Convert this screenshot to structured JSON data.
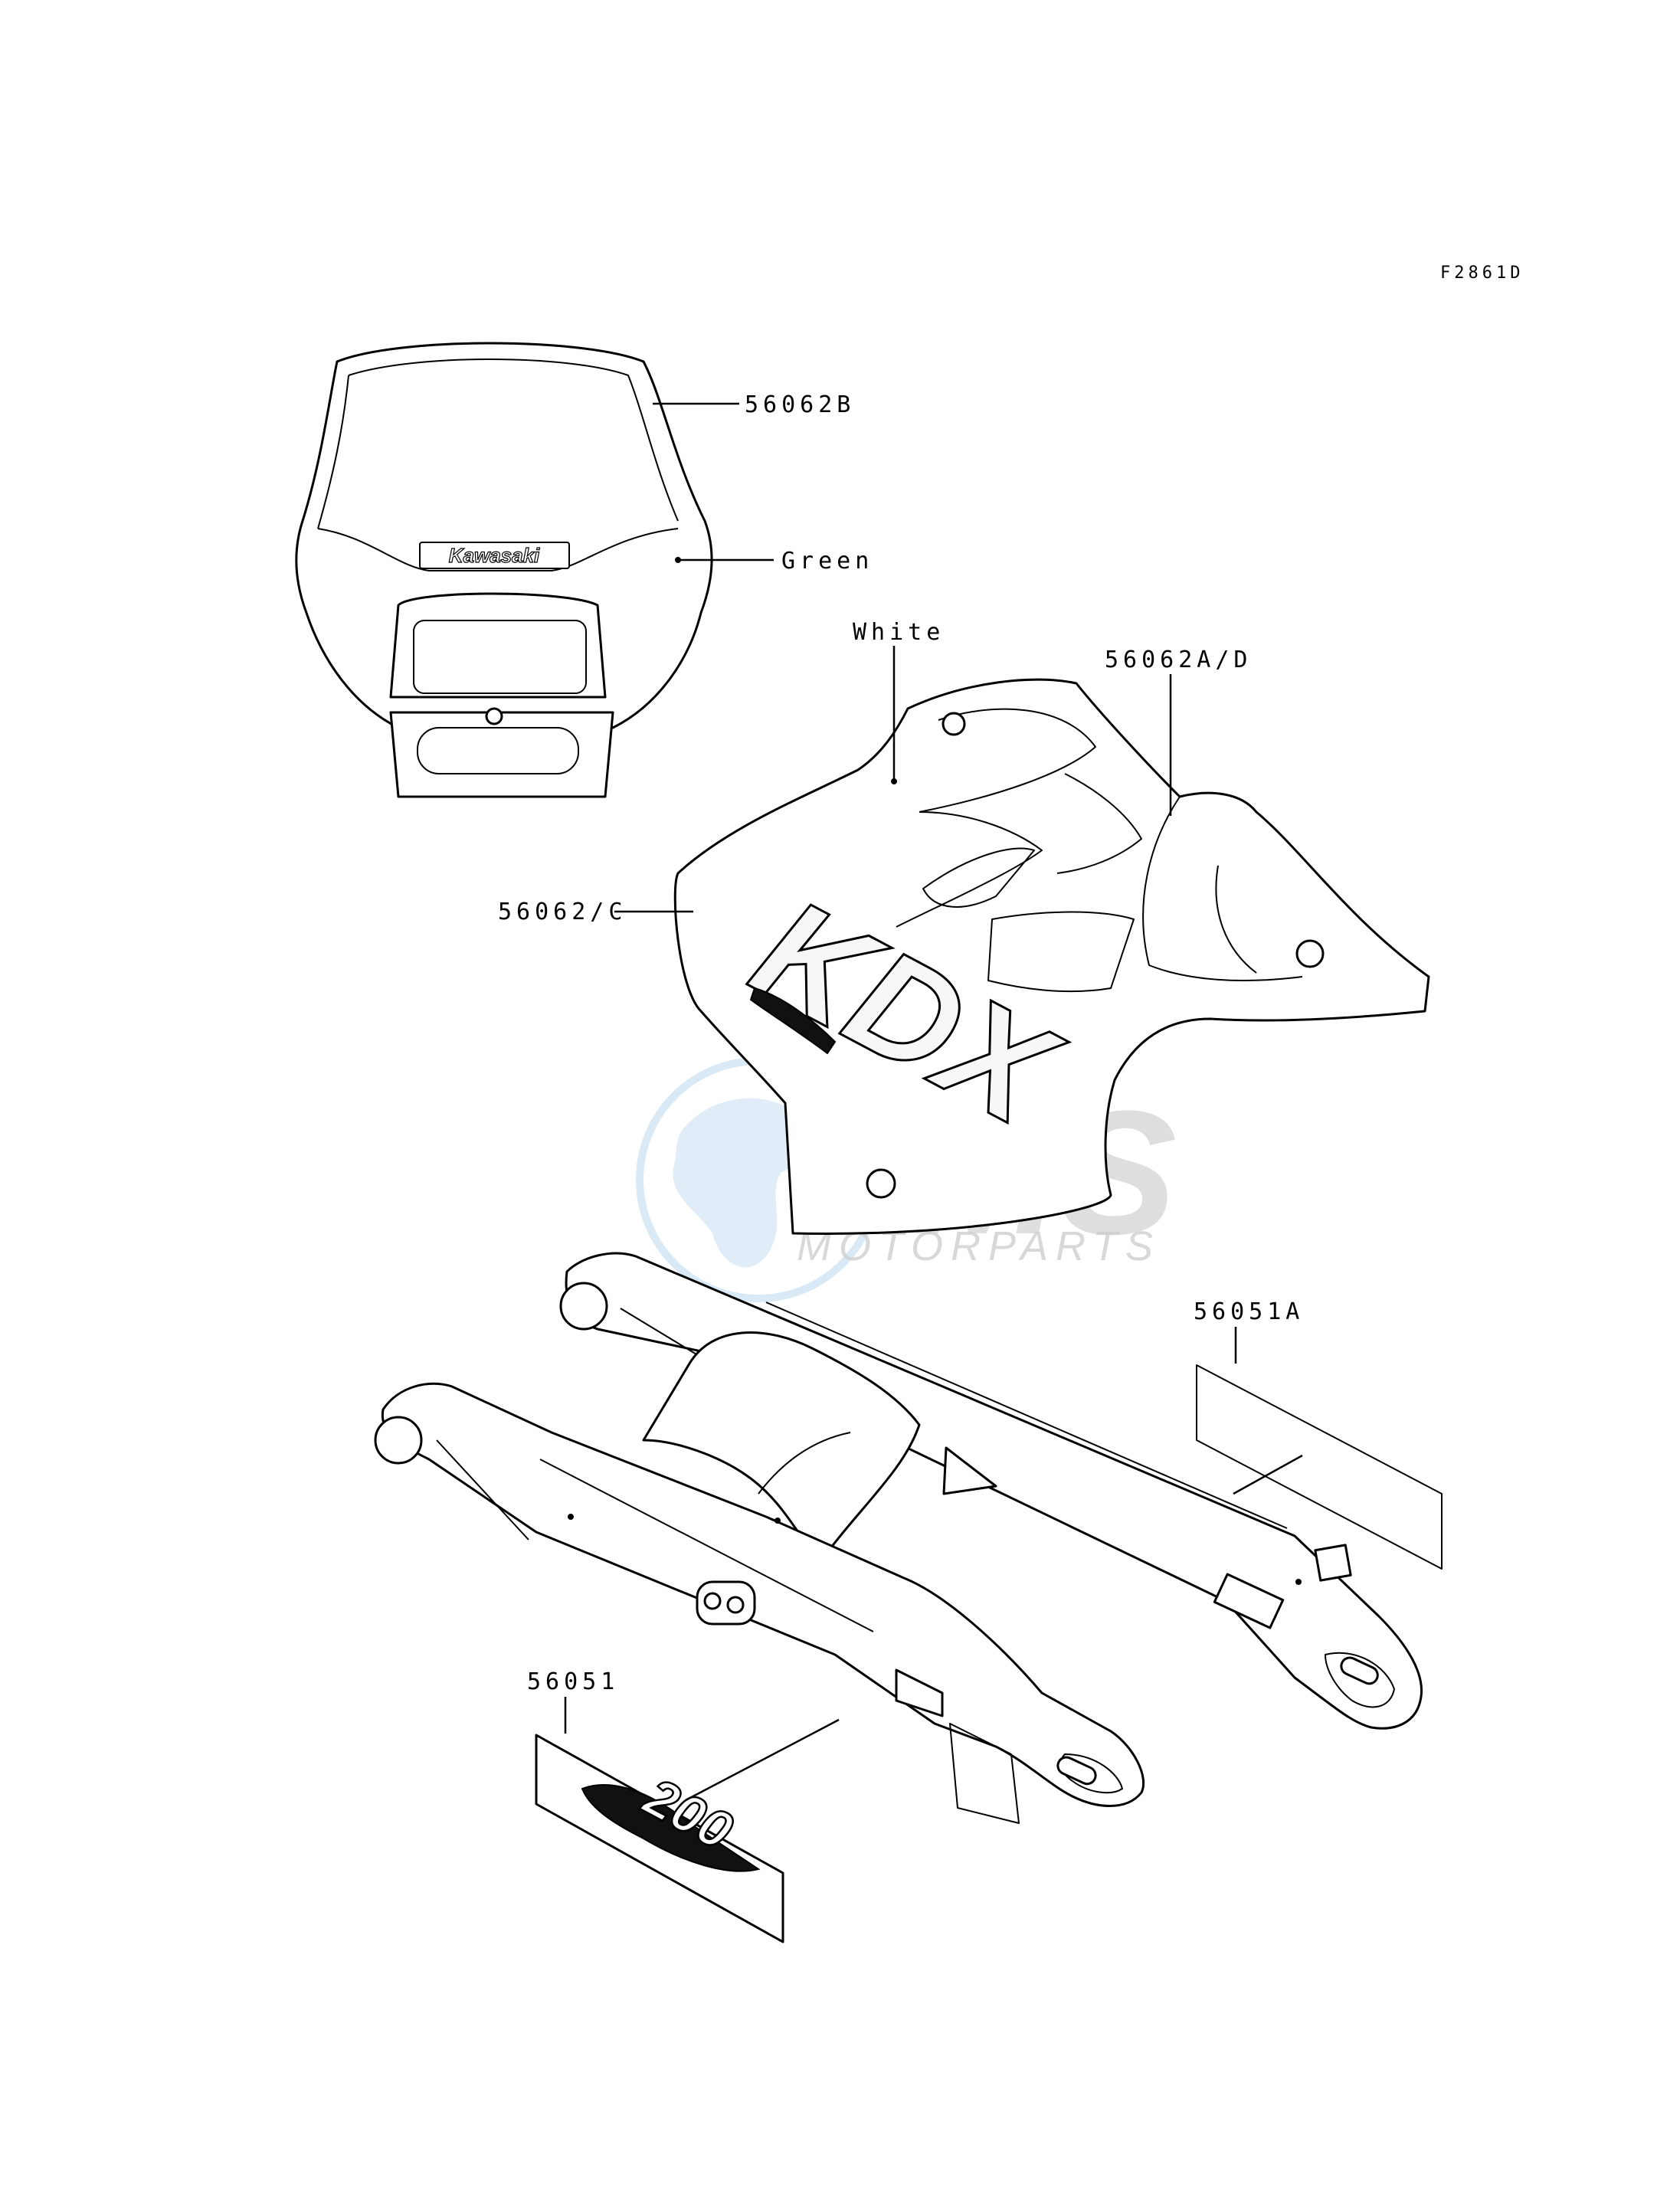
{
  "diagram_code": "F2861D",
  "watermark": {
    "brand": "CMS",
    "tagline": "MOTORPARTS",
    "color": "#d3d3d3"
  },
  "headlight_logo": "Kawasaki",
  "swingarm_logo": "200",
  "shroud_logo": "KDX",
  "labels": {
    "headlight_part": "56062B",
    "headlight_color": "Green",
    "shroud_color": "White",
    "shroud_upper_part": "56062A/D",
    "shroud_lower_part": "56062/C",
    "swingarm_right_part": "56051A",
    "swingarm_left_part": "56051"
  },
  "colors": {
    "line": "#000000",
    "background": "#ffffff"
  }
}
